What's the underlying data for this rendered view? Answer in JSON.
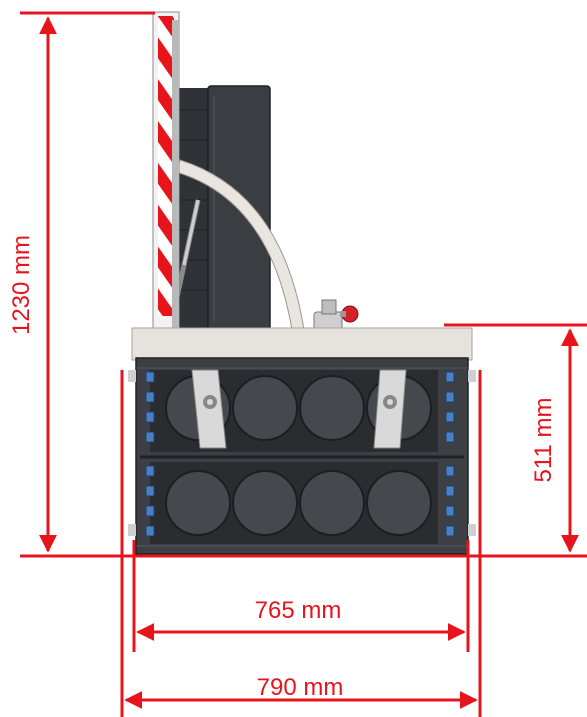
{
  "dimensions": {
    "height_total": "1230 mm",
    "height_base": "511 mm",
    "width_inner": "765 mm",
    "width_outer": "790 mm"
  },
  "colors": {
    "dimension": "#e8141c",
    "frame": "#3c3f44",
    "frame_dark": "#2a2c30",
    "cell": "#45484d",
    "top_plate": "#e6e3de",
    "arm": "#e9e6e1",
    "latch": "#4a7fc4",
    "stripe_red": "#e8141c",
    "stripe_white": "#ffffff"
  }
}
